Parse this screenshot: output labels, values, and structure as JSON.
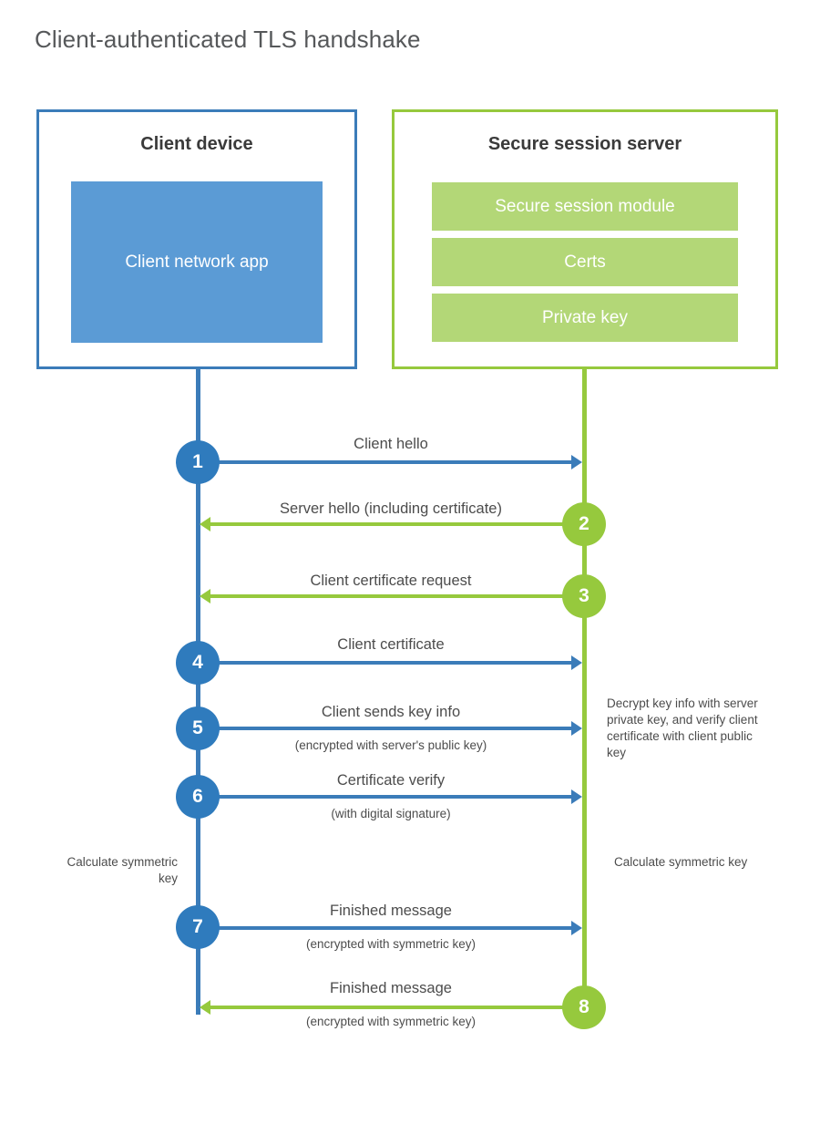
{
  "title": "Client-authenticated TLS handshake",
  "colors": {
    "client_blue": "#3b7cb9",
    "client_fill": "#5b9bd5",
    "step_blue": "#2f7bbd",
    "server_green": "#96c93d",
    "server_fill": "#b3d777",
    "text": "#4c4c4c",
    "title_text": "#56585a"
  },
  "client": {
    "title": "Client device",
    "app_label": "Client network app"
  },
  "server": {
    "title": "Secure session server",
    "modules": [
      {
        "label": "Secure session module"
      },
      {
        "label": "Certs"
      },
      {
        "label": "Private key"
      }
    ]
  },
  "steps": [
    {
      "number": "1",
      "label": "Client hello",
      "sub": "",
      "direction": "client-to-server",
      "color": "blue"
    },
    {
      "number": "2",
      "label": "Server hello (including certificate)",
      "sub": "",
      "direction": "server-to-client",
      "color": "green"
    },
    {
      "number": "3",
      "label": "Client certificate request",
      "sub": "",
      "direction": "server-to-client",
      "color": "green"
    },
    {
      "number": "4",
      "label": "Client certificate",
      "sub": "",
      "direction": "client-to-server",
      "color": "blue"
    },
    {
      "number": "5",
      "label": "Client sends key info",
      "sub": "(encrypted with server's public key)",
      "direction": "client-to-server",
      "color": "blue"
    },
    {
      "number": "6",
      "label": "Certificate verify",
      "sub": "(with digital signature)",
      "direction": "client-to-server",
      "color": "blue"
    },
    {
      "number": "7",
      "label": "Finished message",
      "sub": "(encrypted with symmetric key)",
      "direction": "client-to-server",
      "color": "blue"
    },
    {
      "number": "8",
      "label": "Finished message",
      "sub": "(encrypted with symmetric key)",
      "direction": "server-to-client",
      "color": "green"
    }
  ],
  "annotations": {
    "server_decrypt": "Decrypt key info with server private key, and verify client certificate with client public key",
    "client_calc": "Calculate symmetric key",
    "server_calc": "Calculate symmetric key"
  }
}
